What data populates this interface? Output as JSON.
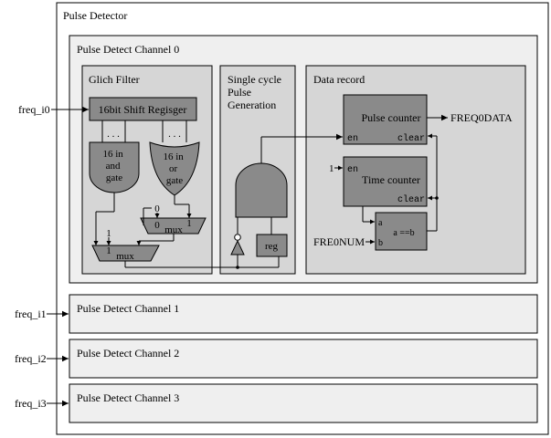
{
  "outer": {
    "title": "Pulse Detector"
  },
  "channel0": {
    "title": "Pulse Detect Channel 0",
    "glitch_filter": {
      "title": "Glich Filter",
      "shift_register": "16bit Shift Regisger",
      "dots_left": ". . .",
      "dots_right": ". . .",
      "and_gate": [
        "16 in",
        "and",
        "gate"
      ],
      "or_gate": [
        "16 in",
        "or",
        "gate"
      ],
      "mux_small": {
        "in0": "0",
        "in1": "1",
        "label": "mux",
        "sel": "0"
      },
      "mux_big": {
        "in1": "1",
        "label": "mux",
        "sel": "1"
      }
    },
    "single_cycle": {
      "title": [
        "Single cycle",
        "Pulse",
        "Generation"
      ],
      "reg": "reg"
    },
    "data_record": {
      "title": "Data record",
      "pulse_counter": {
        "label": "Pulse counter",
        "en": "en",
        "clear": "clear"
      },
      "time_counter": {
        "label": "Time counter",
        "en": "en",
        "clear": "clear",
        "const": "1"
      },
      "comparator": {
        "a": "a",
        "b": "b",
        "label": "a ==b"
      },
      "output": "FREQ0DATA",
      "num_input": "FRE0NUM"
    }
  },
  "channels": [
    {
      "title": "Pulse Detect Channel 1",
      "input": "freq_i1"
    },
    {
      "title": "Pulse Detect Channel 2",
      "input": "freq_i2"
    },
    {
      "title": "Pulse Detect Channel 3",
      "input": "freq_i3"
    }
  ],
  "input0": "freq_i0"
}
